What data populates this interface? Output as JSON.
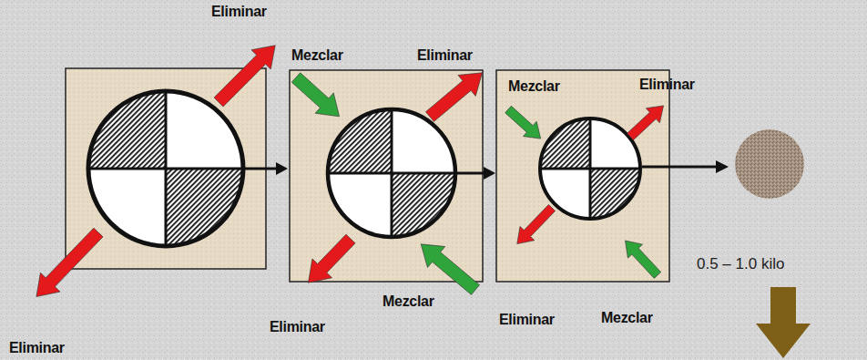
{
  "diagram": {
    "labels": [
      "Eliminar",
      "Mezclar",
      "Eliminar",
      "Mezclar",
      "Eliminar",
      "0.5 – 1.0 kilo",
      "Mezclar",
      "Mezclar",
      "Eliminar",
      "Eliminar",
      "Eliminar"
    ]
  }
}
